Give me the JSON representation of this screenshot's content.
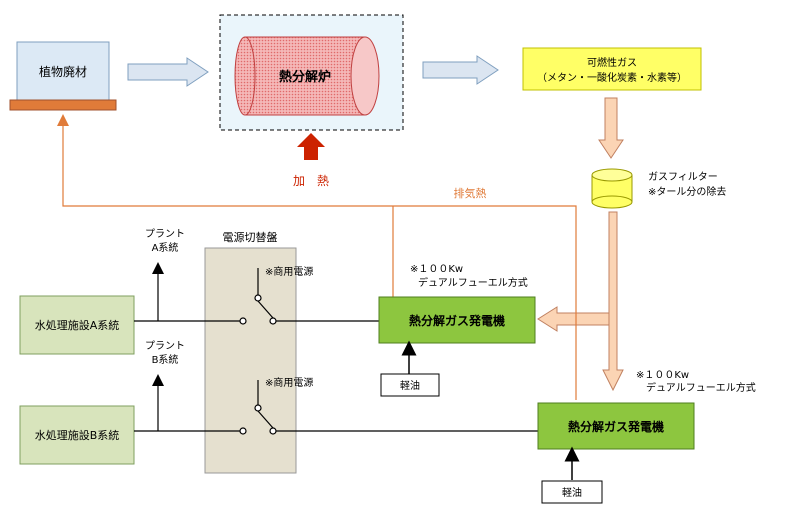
{
  "nodes": {
    "plant_waste": "植物廃材",
    "pyrolysis_furnace": "熱分解炉",
    "combustible_gas_line1": "可燃性ガス",
    "combustible_gas_line2": "（メタン・一酸化炭素・水素等）",
    "heating": "加　熱",
    "exhaust_heat": "排気熱",
    "gas_filter_line1": "ガスフィルター",
    "gas_filter_line2": "※タール分の除去",
    "switchboard": "電源切替盤",
    "commercial_power_a": "※商用電源",
    "commercial_power_b": "※商用電源",
    "plant_a_line1": "プラント",
    "plant_a_line2": "A系統",
    "plant_b_line1": "プラント",
    "plant_b_line2": "B系統",
    "water_a": "水処理施設A系統",
    "water_b": "水処理施設B系統",
    "generator_a": "熱分解ガス発電機",
    "generator_b": "熱分解ガス発電機",
    "gen_a_spec_line1": "※１００Kw",
    "gen_a_spec_line2": "デュアルフューエル方式",
    "gen_b_spec_line1": "※１００Kw",
    "gen_b_spec_line2": "デュアルフューエル方式",
    "diesel_a": "軽油",
    "diesel_b": "軽油"
  },
  "colors": {
    "furnace_fill": "#f08080",
    "furnace_bg": "#eaf5fb",
    "gas_box": "#ffff66",
    "generator": "#8dc63f",
    "water_box": "#d8e4bc",
    "switch_panel": "#e5e0cf",
    "heat_pipe": "#e07b39",
    "heat_arrow": "#cc2200",
    "block_arrow": "#dbe5f1",
    "orange_arrow": "#fbd4b4",
    "laptop_base": "#e07b39"
  }
}
